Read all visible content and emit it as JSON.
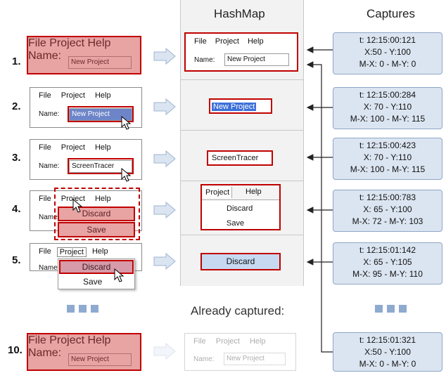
{
  "headers": {
    "hashmap": "HashMap",
    "captures": "Captures",
    "already": "Already captured:"
  },
  "menu": {
    "file": "File",
    "project": "Project",
    "help": "Help"
  },
  "name_label": "Name:",
  "steps": [
    {
      "num": "1.",
      "value": "New Project"
    },
    {
      "num": "2.",
      "value": "New Project"
    },
    {
      "num": "3.",
      "value": "ScreenTracer"
    },
    {
      "num": "4.",
      "value": ""
    },
    {
      "num": "5.",
      "value": ""
    },
    {
      "num": "10.",
      "value": "New Project"
    }
  ],
  "dropdown": {
    "discard": "Discard",
    "save": "Save"
  },
  "hashmap_items": {
    "item1_value": "New Project",
    "item2_value": "New Project",
    "item3_value": "ScreenTracer",
    "item5_value": "Discard"
  },
  "captures": [
    {
      "t": "t: 12:15:00:121",
      "xy": "X:50 - Y:100",
      "m": "M-X: 0 - M-Y: 0"
    },
    {
      "t": "t: 12:15:00:284",
      "xy": "X: 70 - Y:110",
      "m": "M-X: 100 - M-Y: 115"
    },
    {
      "t": "t: 12:15:00:423",
      "xy": "X: 70 - Y:110",
      "m": "M-X: 100 - M-Y: 115"
    },
    {
      "t": "t: 12:15:00:783",
      "xy": "X: 65 - Y:100",
      "m": "M-X: 72 - M-Y: 103"
    },
    {
      "t": "t: 12:15:01:142",
      "xy": "X: 65 - Y:105",
      "m": "M-X: 95 - M-Y: 110"
    },
    {
      "t": "t: 12:15:01:321",
      "xy": "X:50 - Y:100",
      "m": "M-X: 0 - M-Y: 0"
    }
  ],
  "colors": {
    "red": "#c00000",
    "capture_fill": "#dbe5f1",
    "arrow_fill": "#dbe5f1",
    "highlight": "#c6d9f1"
  }
}
